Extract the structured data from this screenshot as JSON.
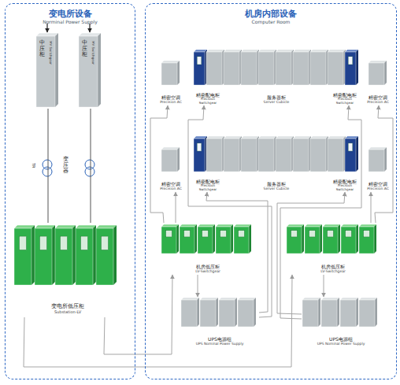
{
  "diagram": {
    "nodes": [
      {
        "text": [
          "变电所设备",
          "Norminal Power Supply"
        ]
      },
      {
        "text": [
          "机房内部设备",
          "Computer Room"
        ]
      },
      {
        "text": [
          "中压柜",
          "MV Switchgear"
        ],
        "in": 0
      },
      {
        "text": [
          "中压柜",
          "MV Switchgear"
        ],
        "in": 0
      },
      {
        "text": [
          "变电所低压柜",
          "Substation-LV"
        ],
        "in": 0
      },
      {
        "text": [
          "精密空调",
          "Precision AC"
        ],
        "in": 1
      },
      {
        "text": [
          "精密配电柜",
          "Precision Switchgear"
        ],
        "in": 1
      },
      {
        "text": [
          "服务器柜",
          "Server Cubicle"
        ],
        "in": 1
      },
      {
        "text": [
          "精密配电柜",
          "Precision Switchgear"
        ],
        "in": 1
      },
      {
        "text": [
          "精密空调",
          "Precision AC"
        ],
        "in": 1
      },
      {
        "text": [
          "精密空调",
          "Precision AC"
        ],
        "in": 1
      },
      {
        "text": [
          "精密配电柜",
          "Precision Switchgear"
        ],
        "in": 1
      },
      {
        "text": [
          "服务器柜",
          "Server Cubicle"
        ],
        "in": 1
      },
      {
        "text": [
          "精密配电柜",
          "Precision Switchgear"
        ],
        "in": 1
      },
      {
        "text": [
          "精密空调",
          "Precision AC"
        ],
        "in": 1
      },
      {
        "text": [
          "机房低压柜",
          "LV-Switchgear"
        ],
        "in": 1
      },
      {
        "text": [
          "机房低压柜",
          "LV-Switchgear"
        ],
        "in": 1
      },
      {
        "text": [
          "UPS电源组",
          "UPS Nominal Power Supply"
        ],
        "in": 1
      },
      {
        "text": [
          "UPS电源组",
          "UPS Nominal Power Supply"
        ],
        "in": 1
      }
    ],
    "edges": [
      {
        "from": 2,
        "to": 4,
        "arrow": "none"
      },
      {
        "from": 3,
        "to": 4,
        "arrow": "none"
      },
      {
        "from": 4,
        "to": 15,
        "arrow": "to"
      },
      {
        "from": 4,
        "to": 16,
        "arrow": "to"
      },
      {
        "from": 15,
        "to": 17,
        "arrow": "to"
      },
      {
        "from": 16,
        "to": 18,
        "arrow": "to"
      },
      {
        "from": 15,
        "to": 10,
        "arrow": "to"
      },
      {
        "from": 15,
        "to": 5,
        "arrow": "to"
      },
      {
        "from": 17,
        "to": 11,
        "arrow": "to"
      },
      {
        "from": 17,
        "to": 6,
        "arrow": "to"
      },
      {
        "from": 16,
        "to": 14,
        "arrow": "to"
      },
      {
        "from": 16,
        "to": 9,
        "arrow": "to"
      },
      {
        "from": 18,
        "to": 13,
        "arrow": "to"
      },
      {
        "from": 18,
        "to": 8,
        "arrow": "to"
      }
    ],
    "labels": [
      "变压器",
      "TR"
    ]
  }
}
